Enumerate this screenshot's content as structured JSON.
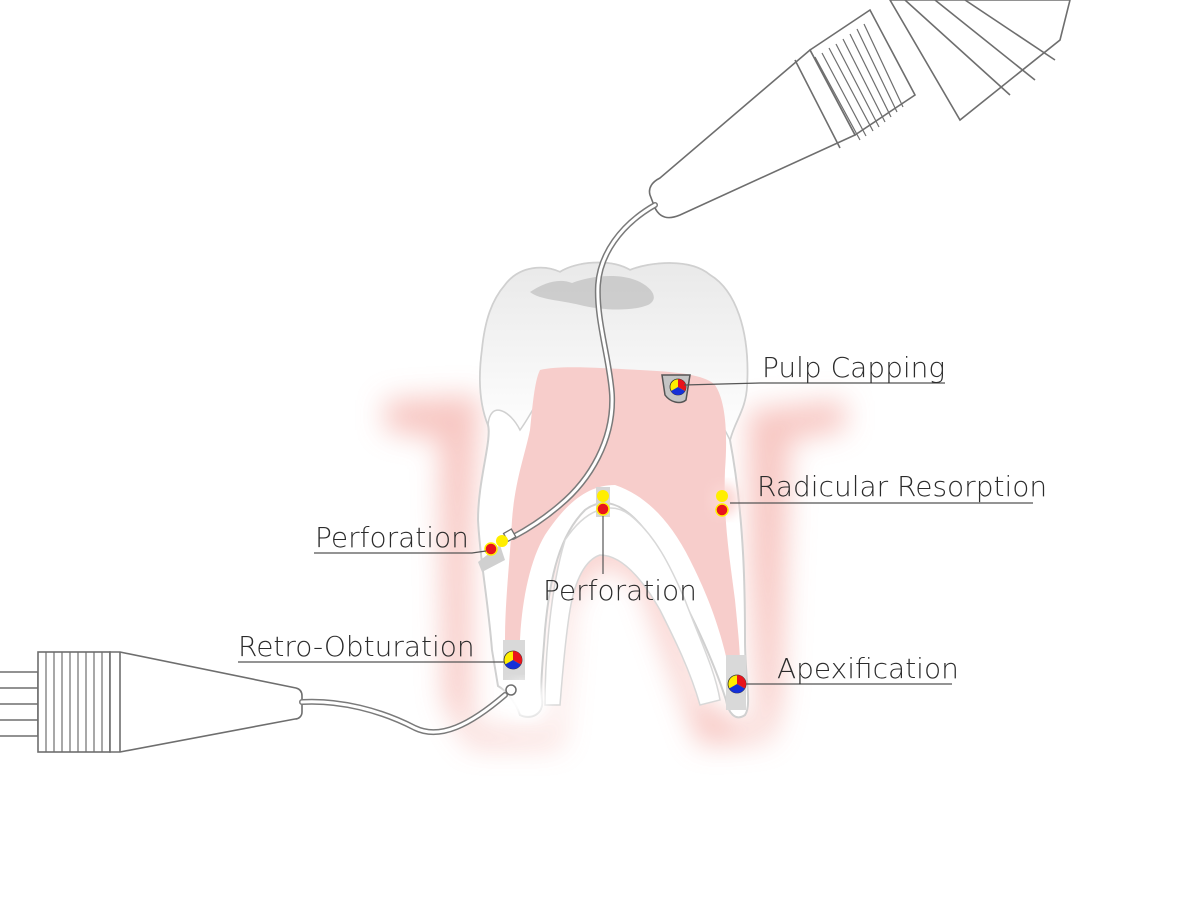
{
  "labels": {
    "pulp_capping": "Pulp Capping",
    "radicular_resorption": "Radicular Resorption",
    "perforation_left": "Perforation",
    "perforation_center": "Perforation",
    "retro_obturation": "Retro-Obturation",
    "apexification": "Apexification"
  },
  "colors": {
    "gum": "#f9d0cd",
    "pulp": "#f7cdcb",
    "enamel_fill": "#ffffff",
    "outline": "#cfcfcf",
    "marker_red": "#e8141c",
    "marker_yellow": "#ffee00",
    "marker_blue": "#1530d8",
    "instrument_stroke": "#7a7a7a"
  }
}
